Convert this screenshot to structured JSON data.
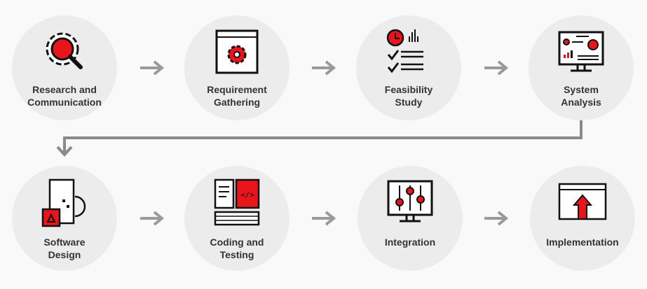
{
  "steps": [
    {
      "line1": "Research and",
      "line2": "Communication",
      "icon": "gear-magnifier-icon"
    },
    {
      "line1": "Requirement",
      "line2": "Gathering",
      "icon": "window-gear-icon"
    },
    {
      "line1": "Feasibility",
      "line2": "Study",
      "icon": "clock-checklist-icon"
    },
    {
      "line1": "System",
      "line2": "Analysis",
      "icon": "monitor-charts-icon"
    },
    {
      "line1": "Software",
      "line2": "Design",
      "icon": "design-document-icon"
    },
    {
      "line1": "Coding and",
      "line2": "Testing",
      "icon": "code-keyboard-icon"
    },
    {
      "line1": "Integration",
      "line2": "",
      "icon": "monitor-sliders-icon"
    },
    {
      "line1": "Implementation",
      "line2": "",
      "icon": "window-upload-icon"
    }
  ],
  "colors": {
    "accent": "#e8151b",
    "circle": "#ececec",
    "arrow": "#9a9a9a",
    "connector": "#8a8a8a",
    "text": "#333333"
  }
}
